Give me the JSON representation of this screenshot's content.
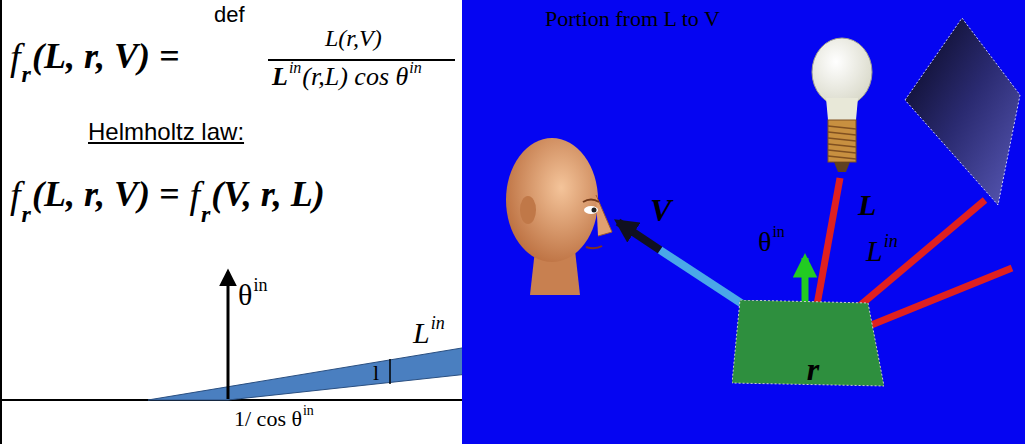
{
  "diagram": {
    "nodes": [
      {
        "text": [
          "r"
        ]
      }
    ],
    "labels": [
      "def",
      "f",
      "r",
      "(L, r, V) =",
      "L(r,V)",
      "L",
      "in",
      "(r,L) cos θ",
      "in",
      "Helmholtz law:",
      "f",
      "r",
      "(L, r, V) =",
      "f",
      "r",
      "(V, r, L)",
      "θ",
      "in",
      "L",
      "in",
      "l",
      "1/ cos θ",
      "in",
      "Portion from L to V",
      "V",
      "θ",
      "in",
      "L",
      "L",
      "in"
    ]
  }
}
